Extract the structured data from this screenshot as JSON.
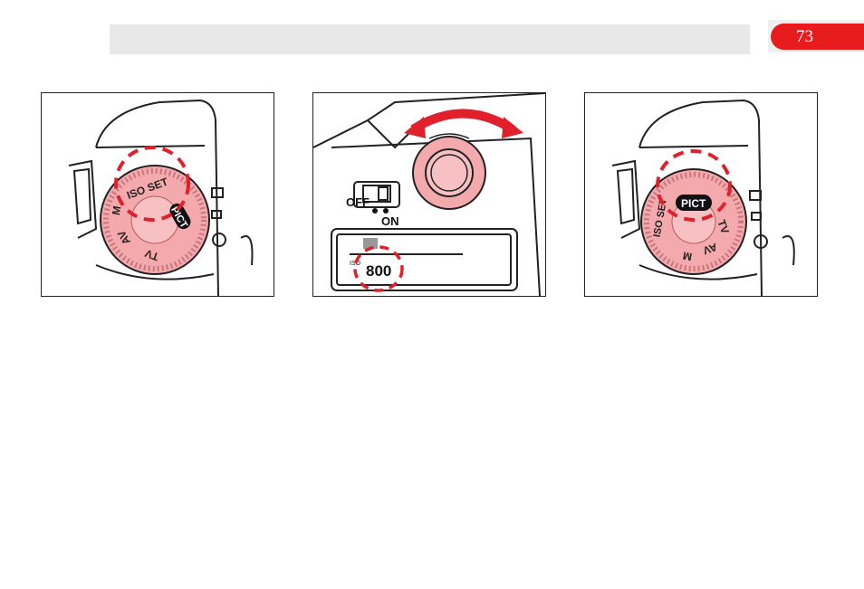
{
  "header": {
    "page_number": "73"
  },
  "panel_left": {
    "dial_labels": {
      "iso_set": "ISO SET",
      "pict": "PICT",
      "tv": "TV",
      "av": "AV",
      "m": "M"
    }
  },
  "panel_middle": {
    "switch_off": "OFF",
    "switch_on": "ON",
    "iso_indicator": "ISO",
    "lcd_value": "800"
  },
  "panel_right": {
    "dial_labels": {
      "iso_set": "ISO SET",
      "pict": "PICT",
      "tv": "TV",
      "av": "AV",
      "m": "M"
    }
  },
  "colors": {
    "accent_red": "#e81c1c",
    "dial_pink": "#f4a9ad",
    "dash_red": "#e0202a"
  }
}
